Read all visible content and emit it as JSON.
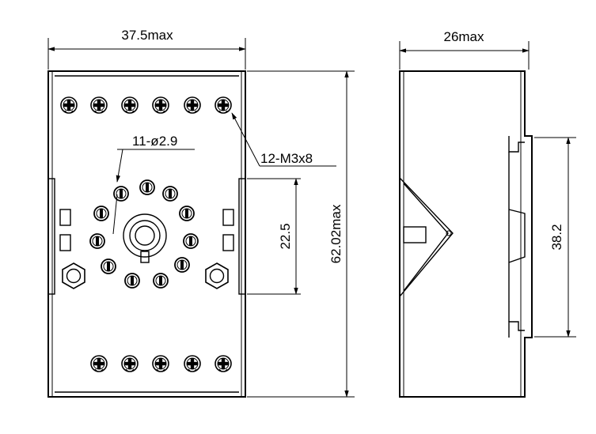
{
  "dimensions": {
    "front_width": "37.5max",
    "side_width": "26max",
    "overall_height": "62.02max",
    "socket_hole_spacing": "22.5",
    "rail_height": "38.2",
    "hole_callout": "11-ø2.9",
    "screw_callout": "12-M3x8"
  },
  "colors": {
    "line": "#000000",
    "background": "#ffffff"
  }
}
